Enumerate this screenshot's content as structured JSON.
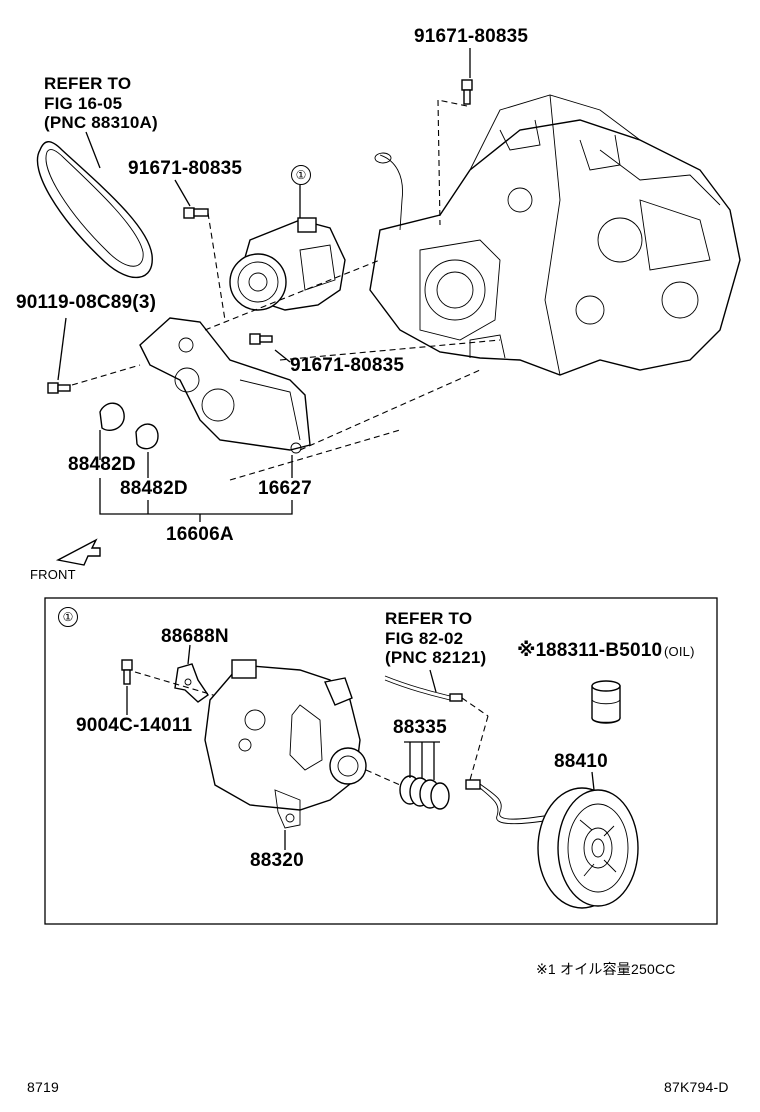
{
  "refer_top": {
    "line1": "REFER TO",
    "line2": "FIG 16-05",
    "line3": "(PNC 88310A)"
  },
  "refer_inset": {
    "line1": "REFER TO",
    "line2": "FIG 82-02",
    "line3": "(PNC 82121)"
  },
  "callout_mark": "①",
  "parts": {
    "bolt_top": "91671-80835",
    "bolt_left": "91671-80835",
    "bolt_mid": "91671-80835",
    "bolt_bracket": "90119-08C89(3)",
    "cap_1": "88482D",
    "cap_2": "88482D",
    "bracket": "16627",
    "assembly": "16606A",
    "clip": "88688N",
    "screw": "9004C-14011",
    "compressor": "88320",
    "coil": "88335",
    "clutch": "88410",
    "oil": "88311-B5010",
    "oil_note": "(OIL)",
    "oil_mark": "※1"
  },
  "front_label": "FRONT",
  "footnote": "※1 オイル容量250CC",
  "page_number": "8719",
  "figure_code": "87K794-D"
}
